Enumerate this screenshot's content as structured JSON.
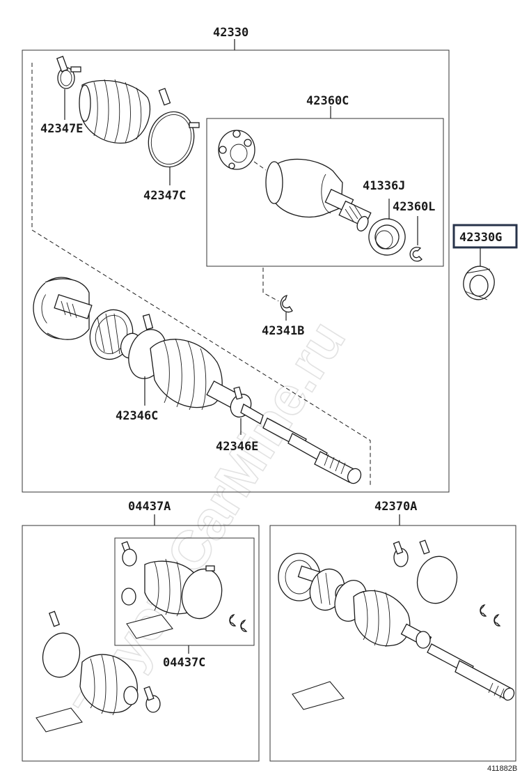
{
  "watermark": "ToyotaCarMine.ru",
  "diagram_code": "411882B",
  "labels": {
    "main_assembly": "42330",
    "highlighted": "42330G",
    "inboard_joint": "42360C",
    "clamp_outboard_small": "42347E",
    "clamp_outboard_large": "42347C",
    "oil_seal": "41336J",
    "snap_ring_inner": "42360L",
    "snap_ring": "42341B",
    "clamp_inboard_large": "42346C",
    "clamp_inboard_small": "42346E",
    "boot_kit_1": "04437A",
    "boot_kit_2": "04437C",
    "outboard_joint": "42370A"
  }
}
